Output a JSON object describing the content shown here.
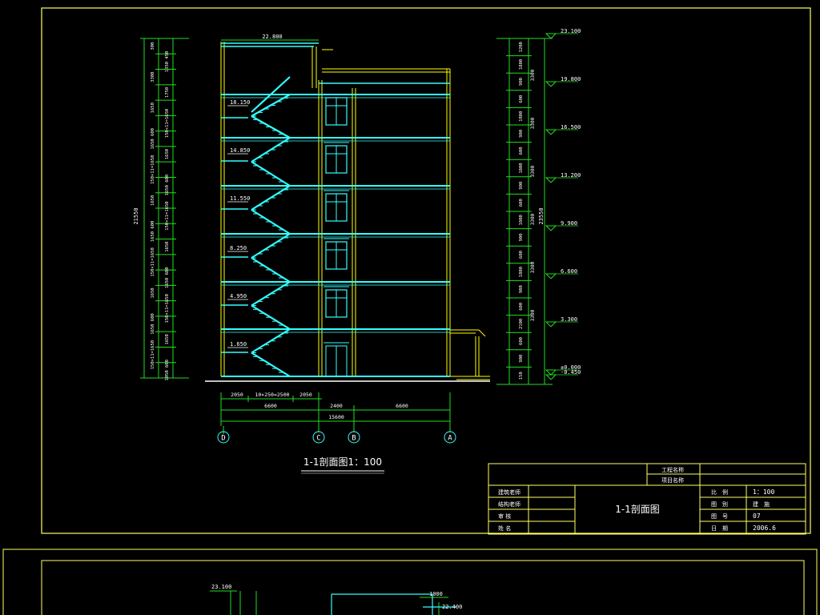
{
  "section": {
    "title": "1-1剖面图1：100",
    "top_dimension": "22.800",
    "floor_levels": [
      "18.150",
      "14.850",
      "11.550",
      "8.250",
      "4.950",
      "1.650"
    ],
    "bottom_dims": [
      "2050",
      "10×250=2500",
      "2050"
    ],
    "mid_dims": [
      "6600",
      "2400",
      "6600"
    ],
    "overall_dim": "15600",
    "axes": [
      "D",
      "C",
      "B",
      "A"
    ]
  },
  "left_dims": {
    "total": "21550",
    "segments": [
      "300",
      "1350 450",
      "3300",
      "1750",
      "1650",
      "150×11=1650",
      "1650 600",
      "1650",
      "150×11=1650",
      "1650 600",
      "1650",
      "150×11=1650",
      "1650 600",
      "1650",
      "150×11=1650",
      "1650 600",
      "1650",
      "150×11=1650",
      "1650 600",
      "1650",
      "150×11=1650",
      "1050 600"
    ]
  },
  "right_dims": {
    "levels": [
      "23.100",
      "19.800",
      "16.500",
      "13.200",
      "9.900",
      "6.600",
      "3.300",
      "±0.000",
      "-0.450"
    ],
    "total": "23550",
    "floor_heights": [
      "3300",
      "3300",
      "3300",
      "3300",
      "3300",
      "3300"
    ],
    "segments": [
      "1200",
      "1800",
      "900",
      "600",
      "1800",
      "900",
      "600",
      "1800",
      "900",
      "600",
      "1800",
      "900",
      "600",
      "1800",
      "900",
      "600",
      "2100",
      "600",
      "900",
      "150"
    ]
  },
  "title_block": {
    "project_name_label": "工程名称",
    "item_name_label": "项目名称",
    "left_labels": [
      "建筑老师",
      "结构老师",
      "审 核",
      "姓 名"
    ],
    "drawing_title": "1-1剖面图",
    "right_rows": [
      {
        "label": "比　例",
        "value": "1：100"
      },
      {
        "label": "图　别",
        "value": "建　施"
      },
      {
        "label": "图　号",
        "value": "07"
      },
      {
        "label": "日　期",
        "value": "2006.6"
      }
    ]
  },
  "lower_sheet": {
    "level_left": "23.100",
    "dim": "1000",
    "level_right": "22.400"
  },
  "colors": {
    "background": "#000000",
    "frame": "#ffff66",
    "structure": "#33ffff",
    "dimension": "#22dd22",
    "text": "#ffffff",
    "wall": "#ffff00"
  }
}
